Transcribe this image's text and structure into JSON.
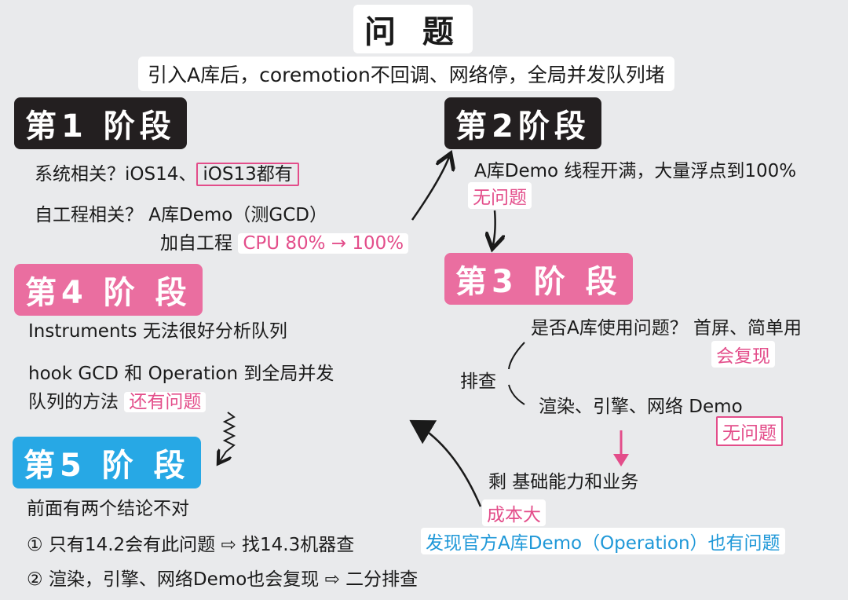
{
  "title": "问 题",
  "subtitle": "引入A库后，coremotion不回调、网络停，全局并发队列堵",
  "stage1": {
    "title": "第1 阶段",
    "line1_prefix": "系统相关？iOS14、",
    "line1_boxed": "iOS13都有",
    "line2": "自工程相关？ A库Demo（测GCD）",
    "line3_prefix": "加自工程",
    "line3_highlight": "CPU 80% → 100%"
  },
  "stage2": {
    "title": "第2阶段",
    "line1": "A库Demo 线程开满，大量浮点到100%",
    "result": "无问题"
  },
  "stage3": {
    "title": "第3 阶 段",
    "investigate": "排查",
    "branch1": "是否A库使用问题？ 首屏、简单用",
    "branch1_result": "会复现",
    "branch2": "渲染、引擎、网络 Demo",
    "branch2_result": "无问题",
    "remaining": "剩 基础能力和业务",
    "remaining_note": "成本大"
  },
  "stage4": {
    "title": "第4 阶 段",
    "line1": "Instruments 无法很好分析队列",
    "line2": "hook GCD 和 Operation 到全局并发",
    "line3_prefix": "队列的方法",
    "line3_highlight": "还有问题"
  },
  "stage5": {
    "title": "第5 阶 段",
    "line1": "前面有两个结论不对",
    "item1": "① 只有14.2会有此问题 ⇨ 找14.3机器查",
    "item1_highlight": "发现官方A库Demo（Operation）也有问题",
    "item2": "② 渲染，引擎、网络Demo也会复现 ⇨ 二分排查"
  },
  "colors": {
    "dark": "#231f20",
    "pink": "#ea6ea0",
    "blue": "#27a8e5",
    "background": "#e9eaec"
  }
}
